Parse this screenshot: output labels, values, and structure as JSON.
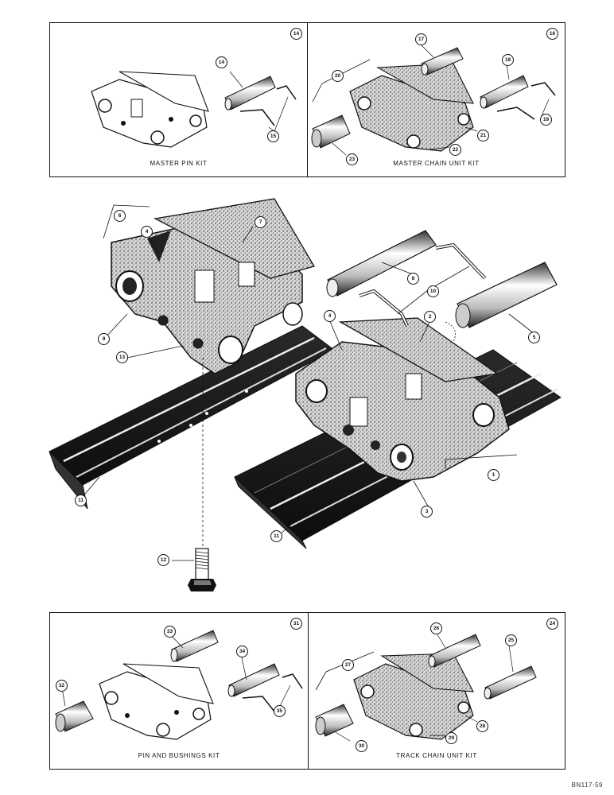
{
  "panels": {
    "master_pin_kit": {
      "caption": "MASTER PIN KIT",
      "kit_number": "14"
    },
    "master_chain_unit_kit": {
      "caption": "MASTER CHAIN UNIT KIT",
      "kit_number": "16"
    },
    "pin_and_bushings_kit": {
      "caption": "PIN AND BUSHINGS KIT",
      "kit_number": "31"
    },
    "track_chain_unit_kit": {
      "caption": "TRACK CHAIN UNIT KIT",
      "kit_number": "24"
    }
  },
  "callouts": {
    "n1": "1",
    "n2": "2",
    "n3": "3",
    "n4": "4",
    "n5": "5",
    "n6": "6",
    "n7": "7",
    "n8": "8",
    "n9": "9",
    "n10": "10",
    "n11": "11",
    "n12": "12",
    "n13": "13",
    "n14": "14",
    "n15": "15",
    "n17": "17",
    "n18": "18",
    "n19": "19",
    "n20": "20",
    "n21": "21",
    "n22": "22",
    "n23": "23",
    "n25": "25",
    "n26": "26",
    "n27": "27",
    "n28": "28",
    "n29": "29",
    "n30": "30",
    "n32": "32",
    "n33": "33",
    "n34": "34",
    "n35": "35"
  },
  "drawing_code": "BN117-59",
  "colors": {
    "ink": "#111111",
    "stipple": "#8a8a8a",
    "shoe": "#1c1c1c",
    "paper": "#ffffff"
  }
}
